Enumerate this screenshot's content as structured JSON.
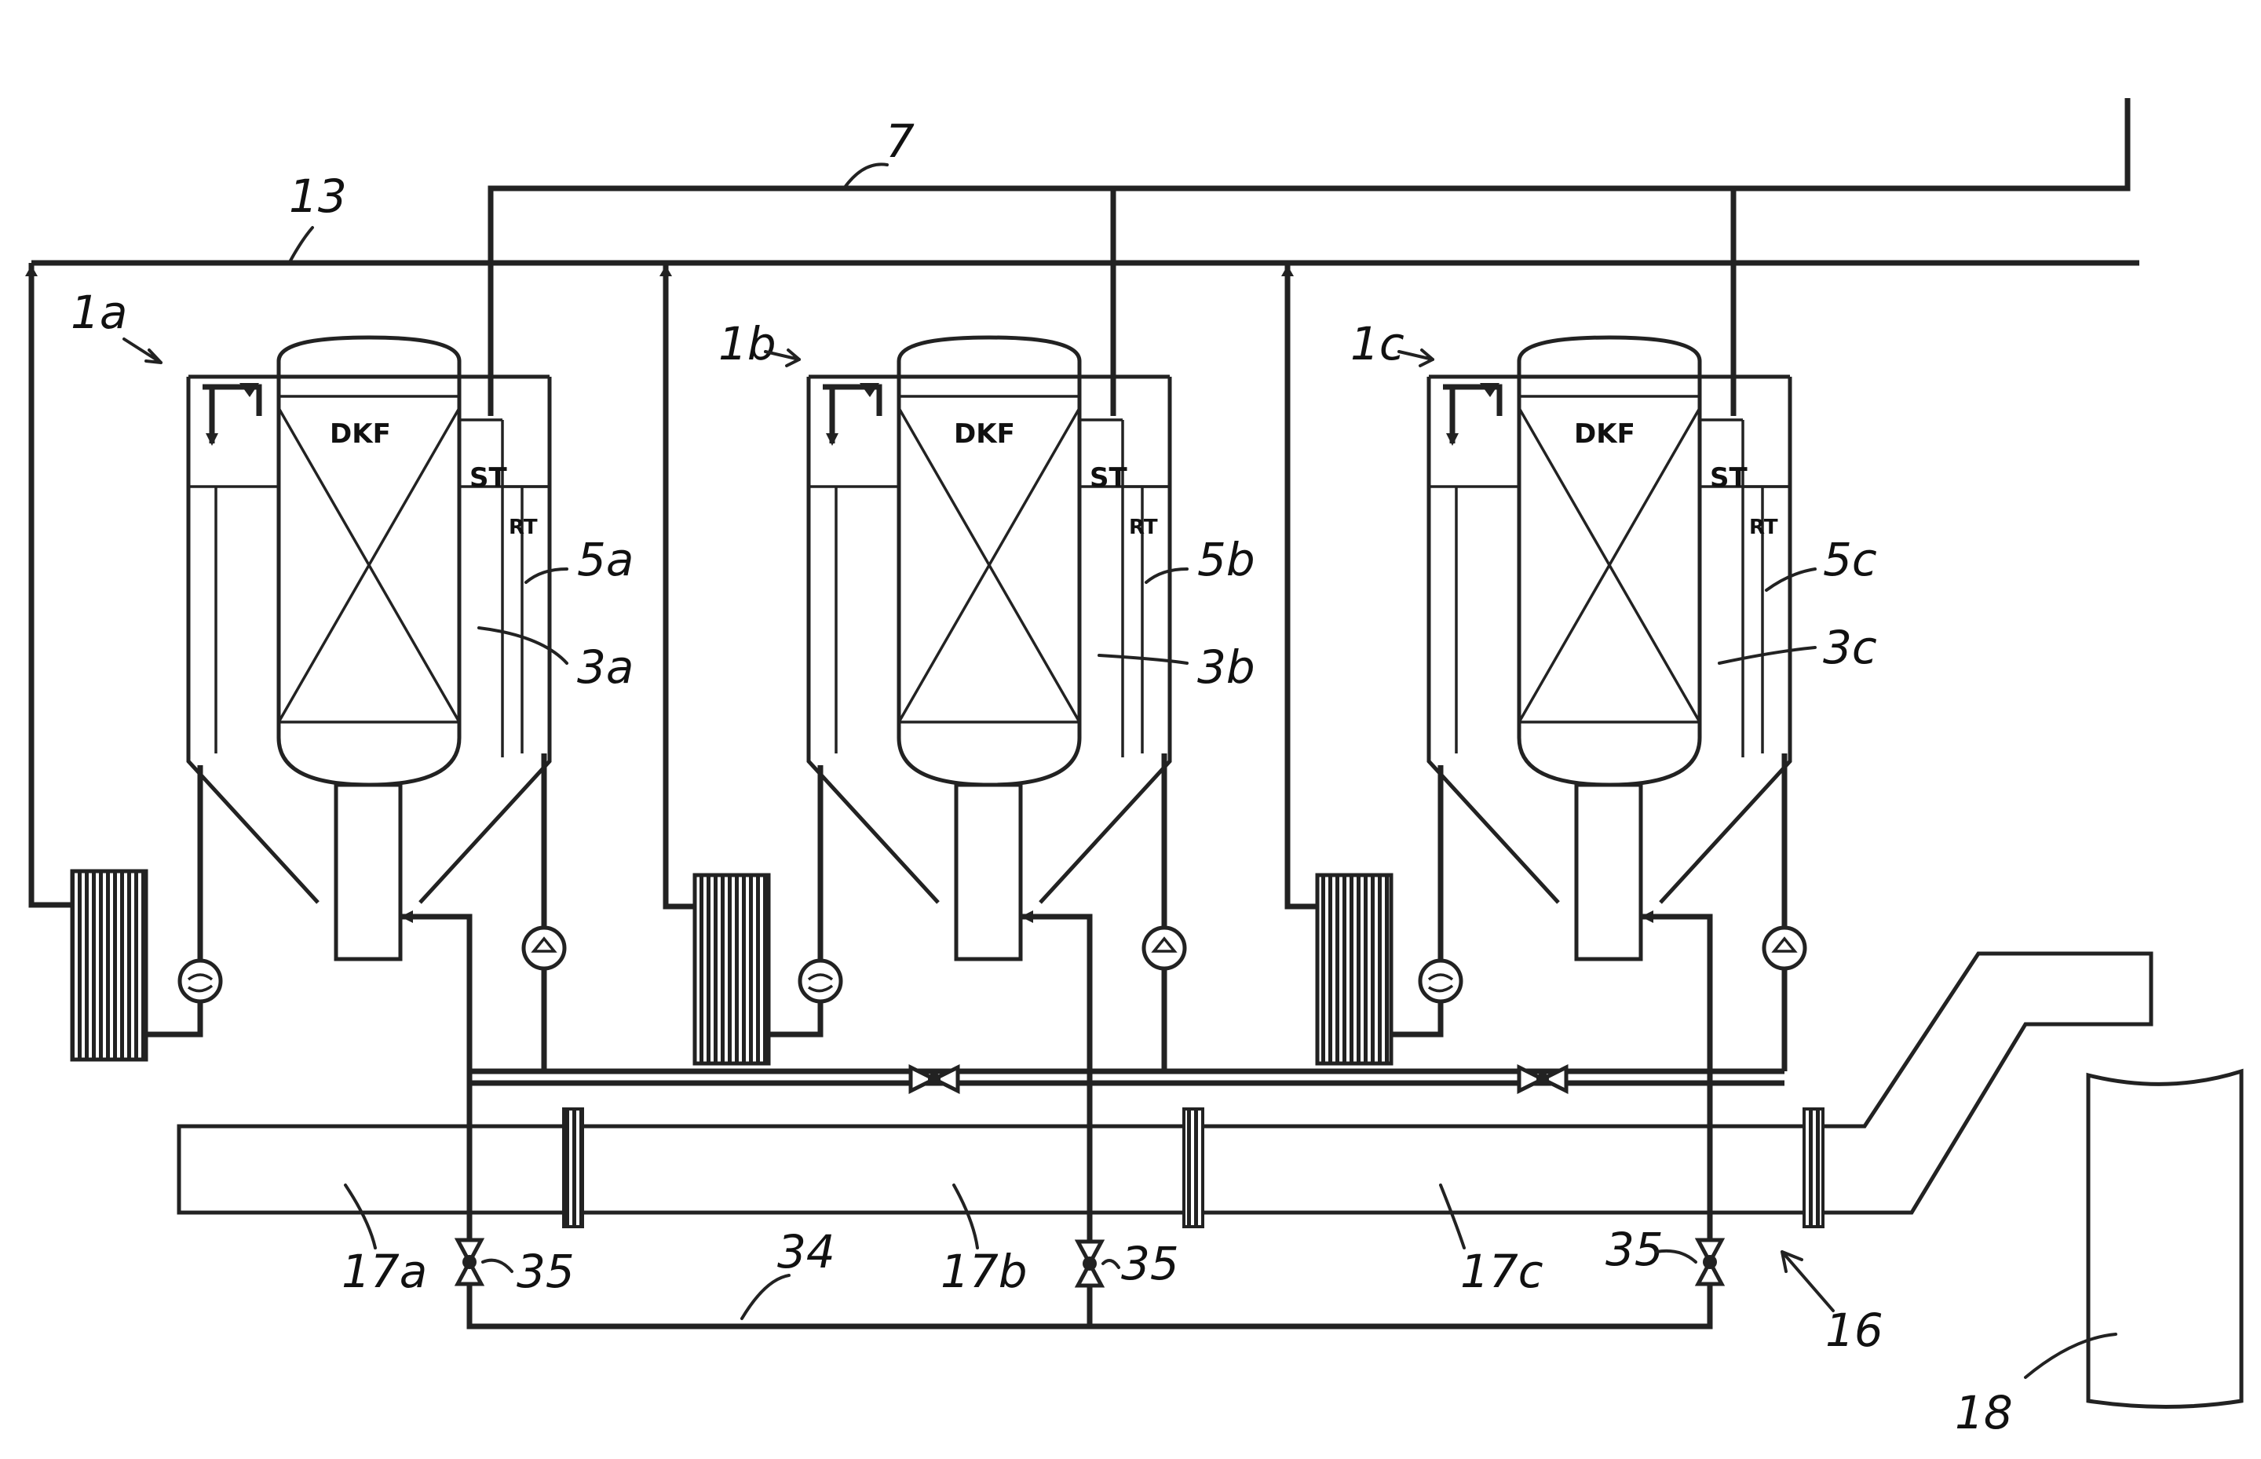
{
  "units": [
    {
      "id": "a",
      "unit_label": "1a",
      "dkf": "DKF",
      "st": "ST",
      "rt": "RT",
      "jacket_label": "5a",
      "tank_label": "3a",
      "segment_label": "17a"
    },
    {
      "id": "b",
      "unit_label": "1b",
      "dkf": "DKF",
      "st": "ST",
      "rt": "RT",
      "jacket_label": "5b",
      "tank_label": "3b",
      "segment_label": "17b"
    },
    {
      "id": "c",
      "unit_label": "1c",
      "dkf": "DKF",
      "st": "ST",
      "rt": "RT",
      "jacket_label": "5c",
      "tank_label": "3c",
      "segment_label": "17c"
    }
  ],
  "lines": {
    "line_7": "7",
    "line_13": "13",
    "line_34": "34"
  },
  "valves": {
    "v1": "35",
    "v2": "35",
    "v3": "35"
  },
  "duct_label": "16",
  "vessel_label": "18"
}
